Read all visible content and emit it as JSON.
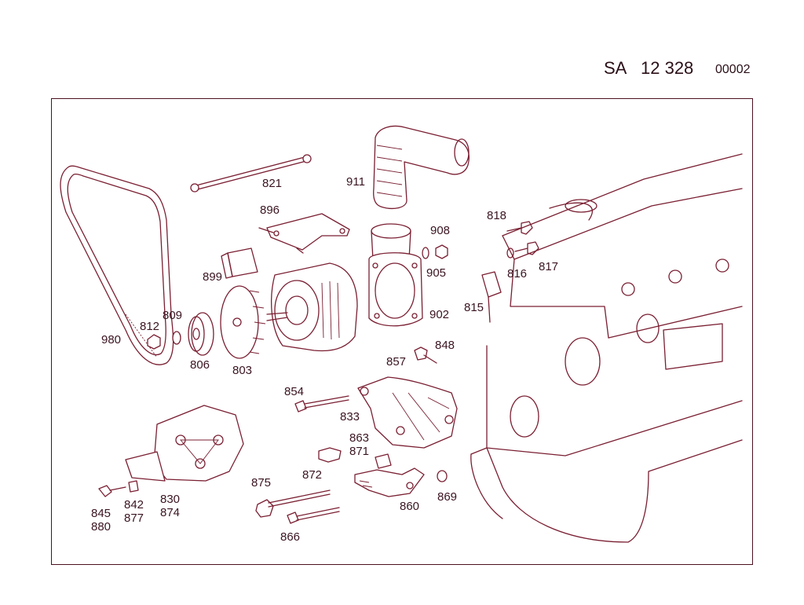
{
  "header": {
    "code_prefix": "SA",
    "code_number": "12 328",
    "sheet_index": "00002"
  },
  "colors": {
    "line": "#7a1f32",
    "border": "#4a1020",
    "text": "#3a1420"
  },
  "callouts": [
    {
      "id": "821",
      "text": "821"
    },
    {
      "id": "911",
      "text": "911"
    },
    {
      "id": "896",
      "text": "896"
    },
    {
      "id": "908",
      "text": "908"
    },
    {
      "id": "818",
      "text": "818"
    },
    {
      "id": "905",
      "text": "905"
    },
    {
      "id": "899",
      "text": "899"
    },
    {
      "id": "816",
      "text": "816"
    },
    {
      "id": "817",
      "text": "817"
    },
    {
      "id": "815",
      "text": "815"
    },
    {
      "id": "902",
      "text": "902"
    },
    {
      "id": "809",
      "text": "809"
    },
    {
      "id": "812",
      "text": "812"
    },
    {
      "id": "980",
      "text": "980"
    },
    {
      "id": "806",
      "text": "806"
    },
    {
      "id": "803",
      "text": "803"
    },
    {
      "id": "848",
      "text": "848"
    },
    {
      "id": "857",
      "text": "857"
    },
    {
      "id": "854",
      "text": "854"
    },
    {
      "id": "833",
      "text": "833"
    },
    {
      "id": "863",
      "text": "863"
    },
    {
      "id": "871",
      "text": "871"
    },
    {
      "id": "872",
      "text": "872"
    },
    {
      "id": "875",
      "text": "875"
    },
    {
      "id": "869",
      "text": "869"
    },
    {
      "id": "860",
      "text": "860"
    },
    {
      "id": "866",
      "text": "866"
    },
    {
      "id": "830",
      "text": "830"
    },
    {
      "id": "874",
      "text": "874"
    },
    {
      "id": "842",
      "text": "842"
    },
    {
      "id": "877",
      "text": "877"
    },
    {
      "id": "845",
      "text": "845"
    },
    {
      "id": "880",
      "text": "880"
    }
  ]
}
